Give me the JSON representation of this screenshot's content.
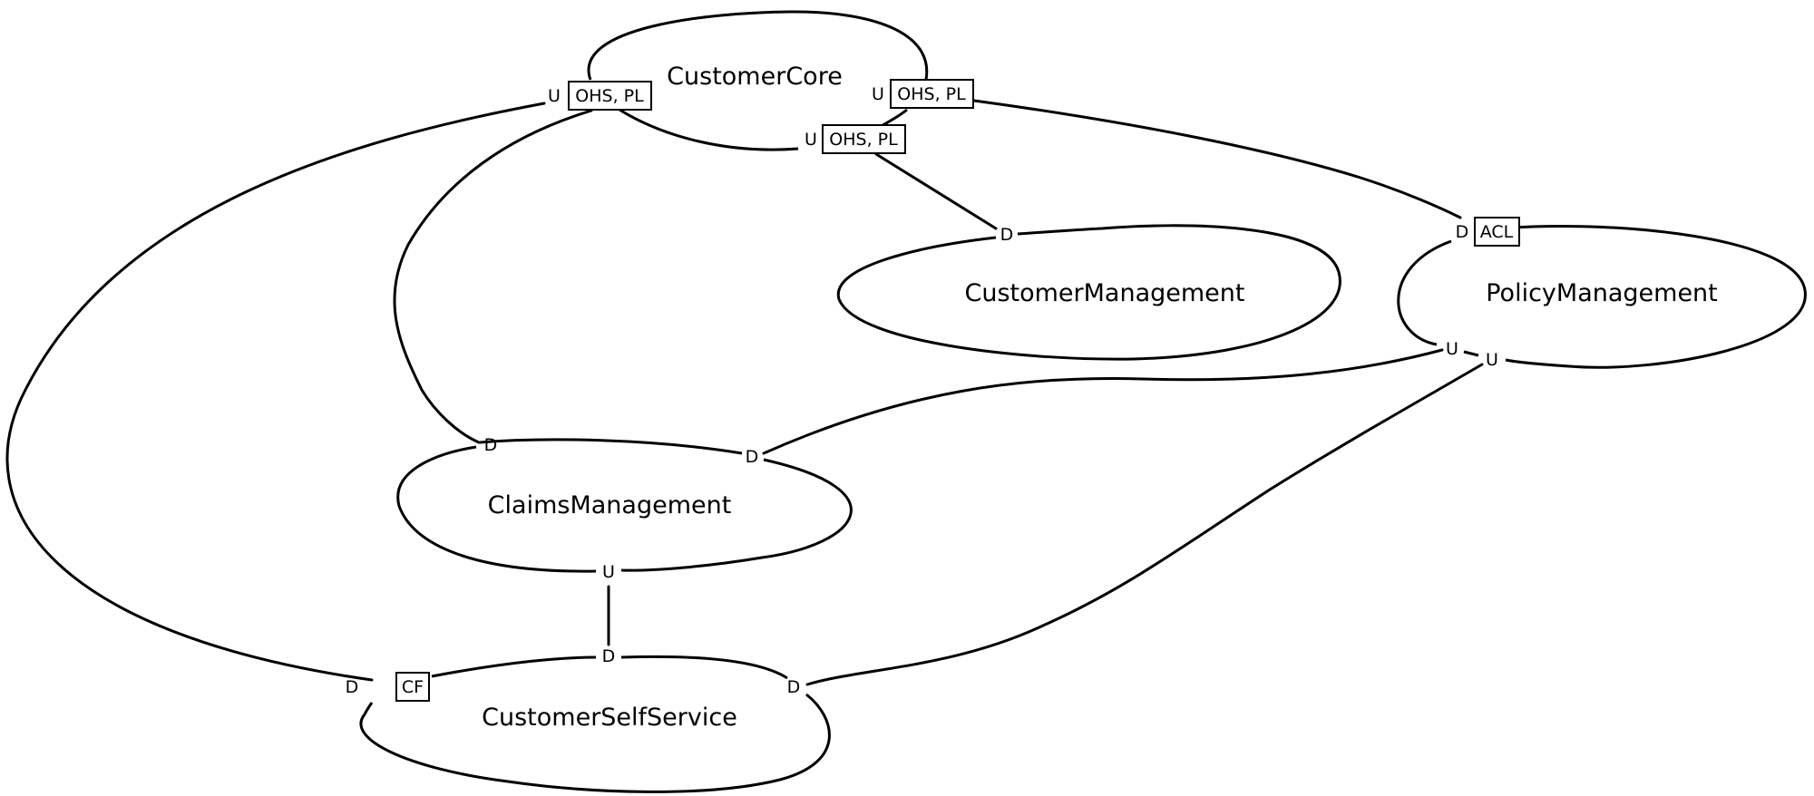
{
  "contexts": {
    "customer_core": "CustomerCore",
    "customer_management": "CustomerManagement",
    "policy_management": "PolicyManagement",
    "claims_management": "ClaimsManagement",
    "customer_self_service": "CustomerSelfService"
  },
  "roles": {
    "upstream": "U",
    "downstream": "D"
  },
  "patterns": {
    "core_left": "OHS, PL",
    "core_right": "OHS, PL",
    "core_bottom": "OHS, PL",
    "policy_downstream": "ACL",
    "selfservice_downstream": "CF"
  },
  "relationships": [
    {
      "upstream": "CustomerCore",
      "upstream_patterns": "OHS, PL",
      "downstream": "CustomerManagement"
    },
    {
      "upstream": "CustomerCore",
      "upstream_patterns": "OHS, PL",
      "downstream": "PolicyManagement",
      "downstream_patterns": "ACL"
    },
    {
      "upstream": "CustomerCore",
      "upstream_patterns": "OHS, PL",
      "downstream": "ClaimsManagement"
    },
    {
      "upstream": "CustomerCore",
      "upstream_patterns": "OHS, PL",
      "downstream": "CustomerSelfService",
      "downstream_patterns": "CF"
    },
    {
      "upstream": "PolicyManagement",
      "downstream": "ClaimsManagement"
    },
    {
      "upstream": "PolicyManagement",
      "downstream": "CustomerSelfService"
    },
    {
      "upstream": "ClaimsManagement",
      "downstream": "CustomerSelfService"
    }
  ]
}
